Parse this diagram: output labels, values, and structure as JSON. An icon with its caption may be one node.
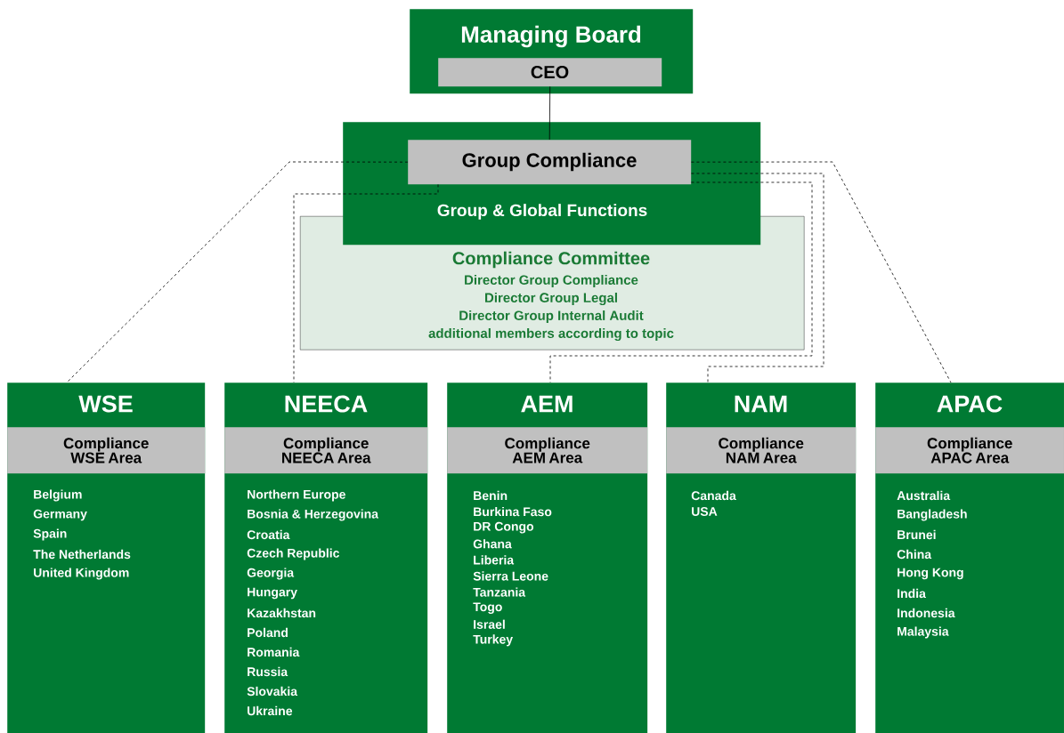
{
  "diagram": {
    "nodes": [
      {
        "text": [
          "Managing Board"
        ]
      },
      {
        "text": [
          "CEO"
        ],
        "in": 0
      },
      {
        "text": [
          "Group & Global Functions"
        ]
      },
      {
        "text": [
          "Group Compliance"
        ],
        "in": 2
      },
      {
        "text": [
          "Compliance Committee",
          "Director Group Compliance",
          "Director Group Legal",
          "Director Group Internal Audit",
          "additional members according to topic"
        ]
      },
      {
        "text": [
          "WSE",
          "Belgium",
          "Germany",
          "Spain",
          "The Netherlands",
          "United Kingdom"
        ]
      },
      {
        "text": [
          "Compliance WSE Area"
        ],
        "in": 5
      },
      {
        "text": [
          "NEECA",
          "Northern Europe",
          "Bosnia & Herzegovina",
          "Croatia",
          "Czech Republic",
          "Georgia",
          "Hungary",
          "Kazakhstan",
          "Poland",
          "Romania",
          "Russia",
          "Slovakia",
          "Ukraine"
        ]
      },
      {
        "text": [
          "Compliance NEECA Area"
        ],
        "in": 7
      },
      {
        "text": [
          "AEM",
          "Benin",
          "Burkina Faso",
          "DR Congo",
          "Ghana",
          "Liberia",
          "Sierra Leone",
          "Tanzania",
          "Togo",
          "Israel",
          "Turkey"
        ]
      },
      {
        "text": [
          "Compliance AEM Area"
        ],
        "in": 9
      },
      {
        "text": [
          "NAM",
          "Canada",
          "USA"
        ]
      },
      {
        "text": [
          "Compliance NAM Area"
        ],
        "in": 11
      },
      {
        "text": [
          "APAC",
          "Australia",
          "Bangladesh",
          "Brunei",
          "China",
          "Hong Kong",
          "India",
          "Indonesia",
          "Malaysia"
        ]
      },
      {
        "text": [
          "Compliance APAC Area"
        ],
        "in": 13
      }
    ],
    "edges": [
      {
        "from": 1,
        "to": 3,
        "arrow": "none"
      },
      {
        "from": 3,
        "to": 5,
        "arrow": "none",
        "style": "dashed"
      },
      {
        "from": 3,
        "to": 7,
        "arrow": "none",
        "style": "dashed"
      },
      {
        "from": 3,
        "to": 9,
        "arrow": "none",
        "style": "dashed"
      },
      {
        "from": 3,
        "to": 11,
        "arrow": "none",
        "style": "dashed"
      },
      {
        "from": 3,
        "to": 13,
        "arrow": "none",
        "style": "dashed"
      }
    ]
  }
}
